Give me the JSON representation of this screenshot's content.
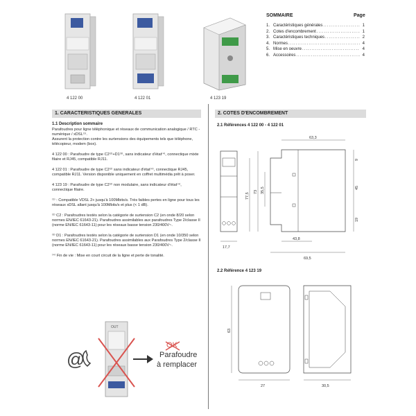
{
  "products": [
    {
      "ref": "4 122 00"
    },
    {
      "ref": "4 122 01"
    },
    {
      "ref": "4 123 19"
    }
  ],
  "sommaire": {
    "title": "SOMMAIRE",
    "page_label": "Page",
    "items": [
      {
        "num": "1.",
        "label": "Caractéristiques générales",
        "page": "1"
      },
      {
        "num": "2.",
        "label": "Cotes d'encombrement",
        "page": "1"
      },
      {
        "num": "3.",
        "label": "Caractéristiques techniques",
        "page": "2"
      },
      {
        "num": "4.",
        "label": "Normes",
        "page": "4"
      },
      {
        "num": "5.",
        "label": "Mise en oeuvre",
        "page": "4"
      },
      {
        "num": "6.",
        "label": "Accessoires",
        "page": "4"
      }
    ]
  },
  "section1": {
    "title": "1. CARACTERISTIQUES GENERALES",
    "sub": "1.1  Description sommaire",
    "paragraphs": [
      "Parafoudres pour ligne téléphonique et réseaux de communication analogique / RTC - numérique / xDSL⁽¹⁾.",
      "Assurent la protection contre les surtensions des équipements tels que téléphone, télécopieur, modem (box).",
      "4 122 00 : Parafoudre de type C2⁽²⁾+D1⁽³⁾, sans indicateur d'état⁽⁴⁾, connectique mixte filaire et RJ45, compatible RJ11.",
      "4 122 01 : Parafoudre de type C2⁽²⁾ sans indicateur d'état⁽⁴⁾, connectique RJ45, compatible RJ11. Version disponible uniquement en coffret multimédia prêt à poser.",
      "4 123 19 : Parafoudre de type C2⁽²⁾ non modulaire, sans indicateur d'état⁽⁴⁾, connectique filaire.",
      "⁽¹⁾ : Compatible VDSL 2+ jusqu'à 100Mbits/s. Très faibles pertes en ligne pour tous les réseaux xDSL allant jusqu'à 100Mbits/s et plus (< 1 dB).",
      "⁽²⁾ C2 : Parafoudres testés selon la catégorie de surtension C2 (en onde 8/20 selon normes EN/IEC 61643-21). Parafoudres assimilables aux parafoudres Type 2/classe II (norme EN/IEC 61643-11) pour les réseaux basse tension 230/400V~.",
      "⁽³⁾ D1 : Parafoudres testés selon la catégorie de surtension D1 (en onde 10/350 selon normes EN/IEC 61643-21). Parafoudres assimilables aux Parafoudres Type 2/classe II (norme EN/IEC 61643-11) pour les réseaux basse tension 230/400V~.",
      "⁽⁴⁾ Fin de vie : Mise en court circuit de la ligne et perte de tonalité."
    ],
    "eol_label_struck": "OK",
    "eol_label_line1": "Parafoudre",
    "eol_label_line2": "à remplacer",
    "module_label": "OUT"
  },
  "section2": {
    "title": "2. COTES D'ENCOMBREMENT",
    "sub1": "2.1  Références 4 122 00 - 4 122 01",
    "sub2": "2.2  Référence 4 123 19",
    "dims1": {
      "top": "63,3",
      "d9": "9",
      "d45": "45",
      "d19": "19",
      "d355": "35,5",
      "d73": "73",
      "d775": "77,5",
      "w177": "17,7",
      "d438": "43,8",
      "d695": "69,5"
    },
    "dims2": {
      "h63": "63",
      "w27": "27",
      "w305": "30,5"
    }
  }
}
